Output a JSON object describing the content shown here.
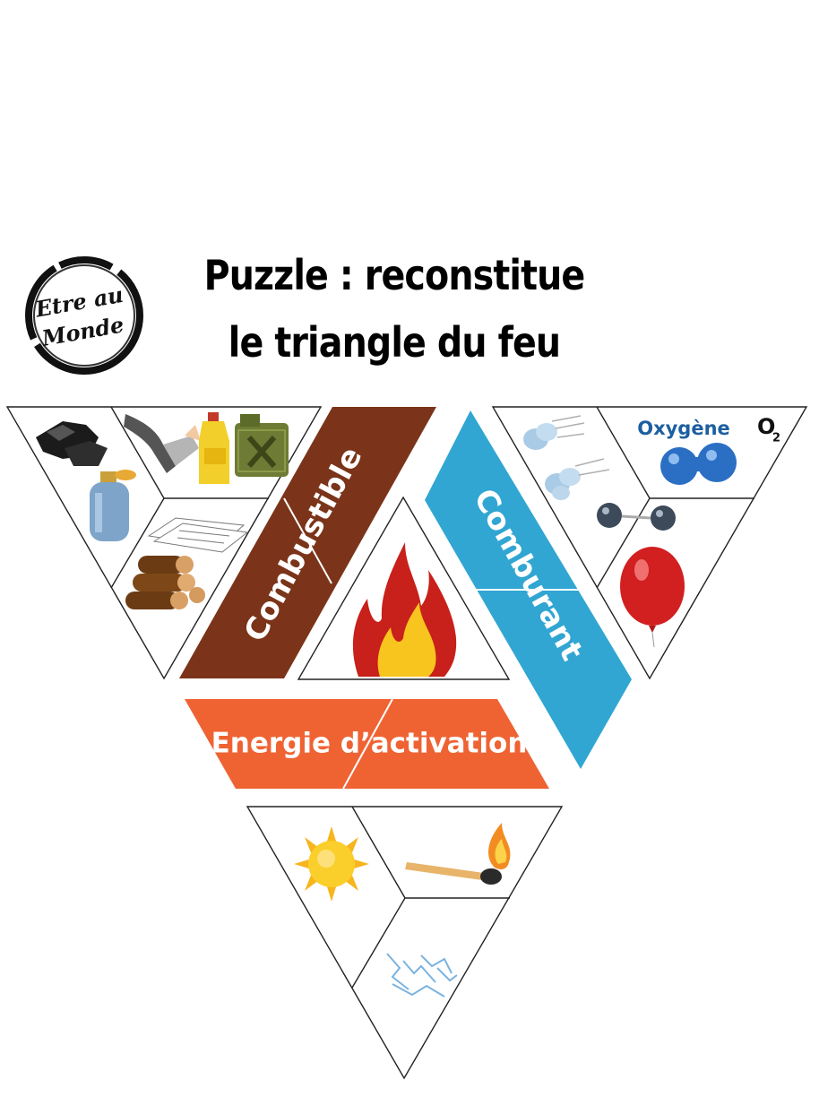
{
  "header": {
    "title_line1": "Puzzle : reconstitue",
    "title_line2": "le triangle du feu"
  },
  "logo": {
    "line1": "Etre au",
    "line2": "Monde"
  },
  "bands": {
    "combustible": "Combustible",
    "comburant": "Comburant",
    "energie": "Energie d’activation"
  },
  "comburant_pieces": {
    "oxygene_label": "Oxygène",
    "formula": "O",
    "formula_sub": "2"
  },
  "colors": {
    "combustible": "#7b3419",
    "comburant": "#31a6d2",
    "energie": "#ef6333",
    "flame_outer": "#c8201a",
    "flame_inner": "#f7c51e",
    "oxygen_blue": "#1d5fa0"
  },
  "icons": {
    "fuel": [
      "charcoal-icon",
      "gas-bottle-icon",
      "fuel-pump-icon",
      "oil-bottle-icon",
      "jerrycan-icon",
      "paper-icon",
      "logs-icon"
    ],
    "oxidizer": [
      "wind-icon",
      "oxygen-molecule-icon",
      "balloon-icon"
    ],
    "energy": [
      "sun-icon",
      "match-icon",
      "electric-spark-icon"
    ],
    "center": "flame-icon"
  }
}
